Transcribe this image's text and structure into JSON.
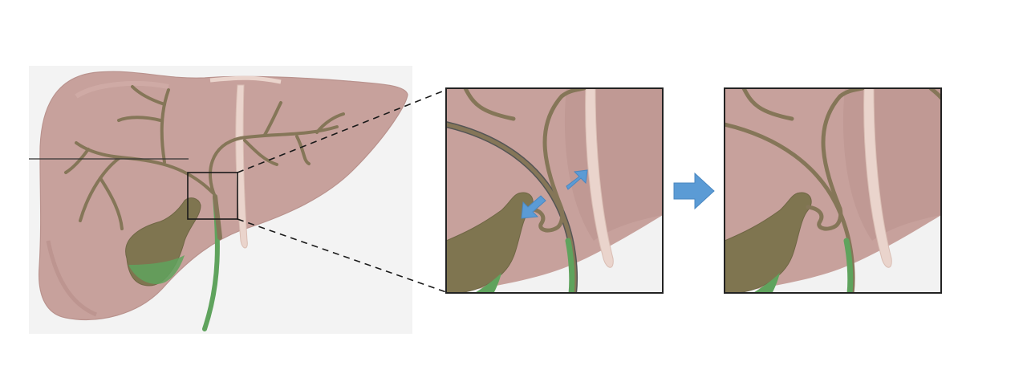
{
  "figure": {
    "panels": [
      {
        "id": "overview",
        "content": "liver-with-biliary-tree-and-gallbladder"
      },
      {
        "id": "zoom-before",
        "content": "magnified-hilum-with-arrows"
      },
      {
        "id": "zoom-after",
        "content": "magnified-hilum-result"
      }
    ],
    "icons": {
      "arrow_color": "#5b9bd5",
      "transition_arrow": "right-arrow-icon",
      "movement_arrows": [
        "down-left-arrow-icon",
        "up-right-arrow-icon"
      ]
    },
    "colors": {
      "liver": "#c7a19c",
      "liver_edge": "#b08e8a",
      "ducts": "#857658",
      "gallbladder": "#7f7550",
      "bile_green": "#5fa35d",
      "ligament": "#ead4cc",
      "background_panel": "#f2f2f2",
      "frame": "#222222"
    }
  }
}
